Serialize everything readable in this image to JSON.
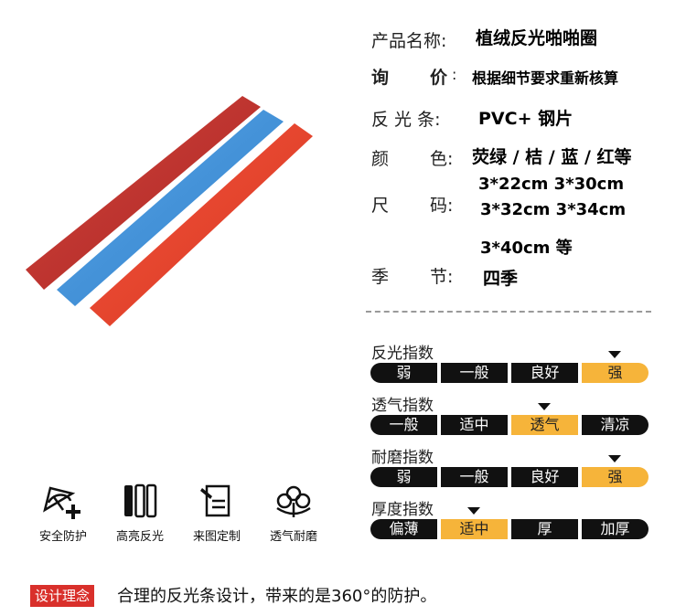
{
  "specs": {
    "name_label": "产品名称:",
    "name_value": "植绒反光啪啪圈",
    "price_label_1": "询",
    "price_label_2": "价",
    "price_colon": ":",
    "price_value": "根据细节要求重新核算",
    "strip_label": "反 光 条:",
    "strip_value": "PVC+ 钢片",
    "color_label_1": "颜",
    "color_label_2": "色:",
    "color_value": "荧绿 / 桔 / 蓝 / 红等",
    "size_label_1": "尺",
    "size_label_2": "码:",
    "size_line_1": "3*22cm  3*30cm",
    "size_line_2": "3*32cm  3*34cm",
    "size_line_3": "3*40cm 等",
    "season_label_1": "季",
    "season_label_2": "节:",
    "season_value": "四季"
  },
  "indices": [
    {
      "title": "反光指数",
      "options": [
        "弱",
        "一般",
        "良好",
        "强"
      ],
      "selected": 3
    },
    {
      "title": "透气指数",
      "options": [
        "一般",
        "适中",
        "透气",
        "清凉"
      ],
      "selected": 2
    },
    {
      "title": "耐磨指数",
      "options": [
        "弱",
        "一般",
        "良好",
        "强"
      ],
      "selected": 3
    },
    {
      "title": "厚度指数",
      "options": [
        "偏薄",
        "适中",
        "厚",
        "加厚"
      ],
      "selected": 1
    }
  ],
  "features": [
    {
      "label": "安全防护",
      "icon": "helmet-plus-icon"
    },
    {
      "label": "高亮反光",
      "icon": "reflective-bars-icon"
    },
    {
      "label": "来图定制",
      "icon": "document-pen-icon"
    },
    {
      "label": "透气耐磨",
      "icon": "cotton-icon"
    }
  ],
  "concept": {
    "badge": "设计理念",
    "text": "合理的反光条设计，带来的是360°的防护。"
  },
  "colors": {
    "strip_dark_red": "#c0302c",
    "strip_blue": "#3d8fd6",
    "strip_red": "#e8432e",
    "active_pill": "#f6b43a",
    "badge_red": "#d9302b"
  }
}
